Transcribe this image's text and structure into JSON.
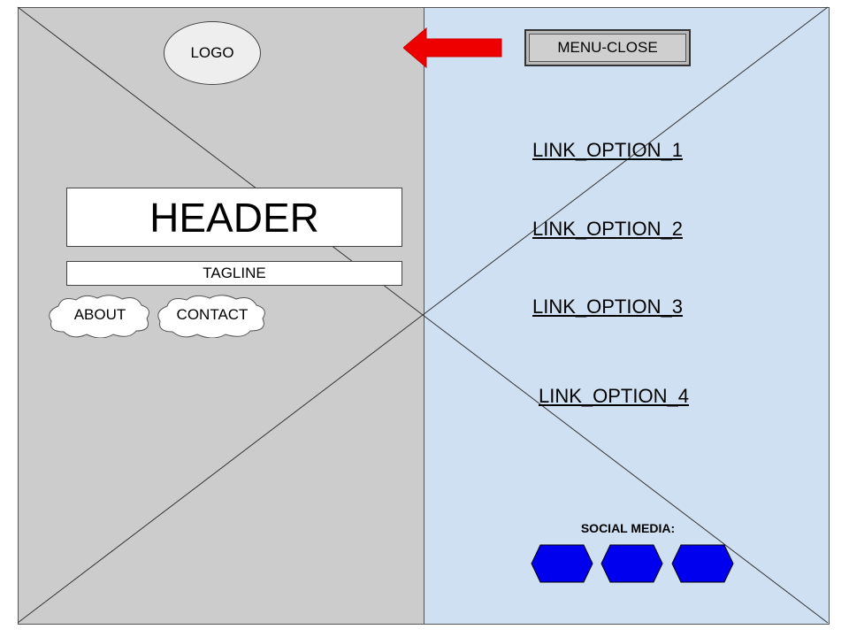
{
  "logo": {
    "label": "LOGO"
  },
  "hero": {
    "header": "HEADER",
    "tagline": "TAGLINE",
    "buttons": [
      {
        "label": "ABOUT"
      },
      {
        "label": "CONTACT"
      }
    ]
  },
  "menu": {
    "close_label": "MENU-CLOSE",
    "links": [
      {
        "label": "LINK_OPTION_1"
      },
      {
        "label": "LINK_OPTION_2"
      },
      {
        "label": "LINK_OPTION_3"
      },
      {
        "label": "LINK_OPTION_4"
      }
    ],
    "social_label": "SOCIAL MEDIA:"
  },
  "colors": {
    "left_panel": "#cccccc",
    "right_panel": "#cfe0f2",
    "arrow": "#ee0000",
    "social_icon": "#0000ee"
  }
}
